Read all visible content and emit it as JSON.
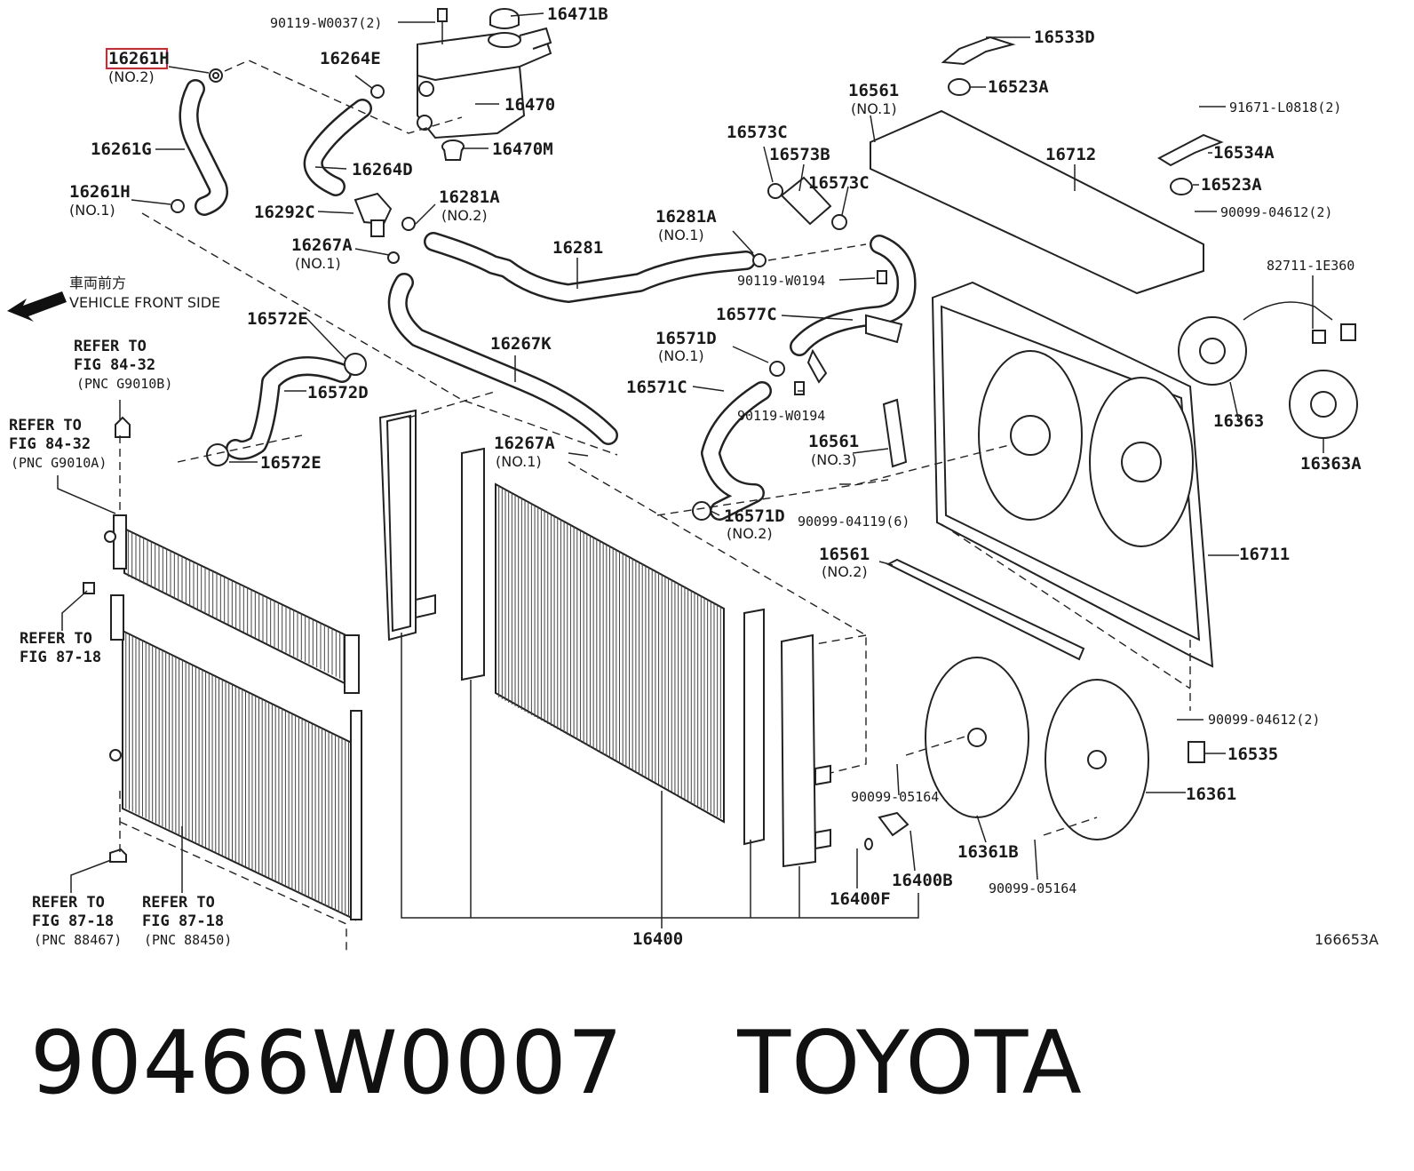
{
  "labels": {
    "p16471B": "16471B",
    "p90119W0037": "90119-W0037(2)",
    "p16261H_top": "16261H",
    "p16261H_top_sub": "(NO.2)",
    "p16264E": "16264E",
    "p16470": "16470",
    "p16470M": "16470M",
    "p16261G": "16261G",
    "p16264D": "16264D",
    "p16261H": "16261H",
    "p16261H_sub": "(NO.1)",
    "p16292C": "16292C",
    "p16281A_2": "16281A",
    "p16281A_2_sub": "(NO.2)",
    "p16267A_1": "16267A",
    "p16267A_1_sub": "(NO.1)",
    "p16281": "16281",
    "p16281A_1": "16281A",
    "p16281A_1_sub": "(NO.1)",
    "p16573C_a": "16573C",
    "p16573B": "16573B",
    "p16573C_b": "16573C",
    "p16561_1": "16561",
    "p16561_1_sub": "(NO.1)",
    "p16533D": "16533D",
    "p16523A_a": "16523A",
    "p91671": "91671-L0818(2)",
    "p16712": "16712",
    "p16534A": "16534A",
    "p16523A_b": "16523A",
    "p90099_04612_a": "90099-04612(2)",
    "p82711": "82711-1E360",
    "p90119W0194_a": "90119-W0194",
    "p16577C": "16577C",
    "p16571D_1": "16571D",
    "p16571D_1_sub": "(NO.1)",
    "p16571C": "16571C",
    "p90119W0194_b": "90119-W0194",
    "p16561_3": "16561",
    "p16561_3_sub": "(NO.3)",
    "p16363": "16363",
    "p16363A": "16363A",
    "p16572E_a": "16572E",
    "p16572D": "16572D",
    "p16572E_b": "16572E",
    "p16267K": "16267K",
    "p16267A_2": "16267A",
    "p16267A_2_sub": "(NO.1)",
    "p16571D_2": "16571D",
    "p16571D_2_sub": "(NO.2)",
    "p90099_04119": "90099-04119(6)",
    "p16561_2": "16561",
    "p16561_2_sub": "(NO.2)",
    "p16711": "16711",
    "p90099_04612_b": "90099-04612(2)",
    "p16535": "16535",
    "p90099_05164_a": "90099-05164",
    "p16361": "16361",
    "p16361B": "16361B",
    "p16400B": "16400B",
    "p90099_05164_b": "90099-05164",
    "p16400F": "16400F",
    "p16400": "16400",
    "fig_id": "166653A"
  },
  "front": {
    "cn": "車両前方",
    "en": "VEHICLE FRONT SIDE"
  },
  "refs": {
    "r1": [
      "REFER TO",
      "FIG 84-32",
      "(PNC G9010B)"
    ],
    "r2": [
      "REFER TO",
      "FIG 84-32",
      "(PNC G9010A)"
    ],
    "r3": [
      "REFER TO",
      "FIG 87-18"
    ],
    "r4": [
      "REFER TO",
      "FIG 87-18",
      "(PNC 88467)"
    ],
    "r5": [
      "REFER TO",
      "FIG 87-18",
      "(PNC 88450)"
    ]
  },
  "highlight_color": "#e0202a",
  "caption": {
    "part_number": "90466W0007",
    "brand": "TOYOTA"
  }
}
